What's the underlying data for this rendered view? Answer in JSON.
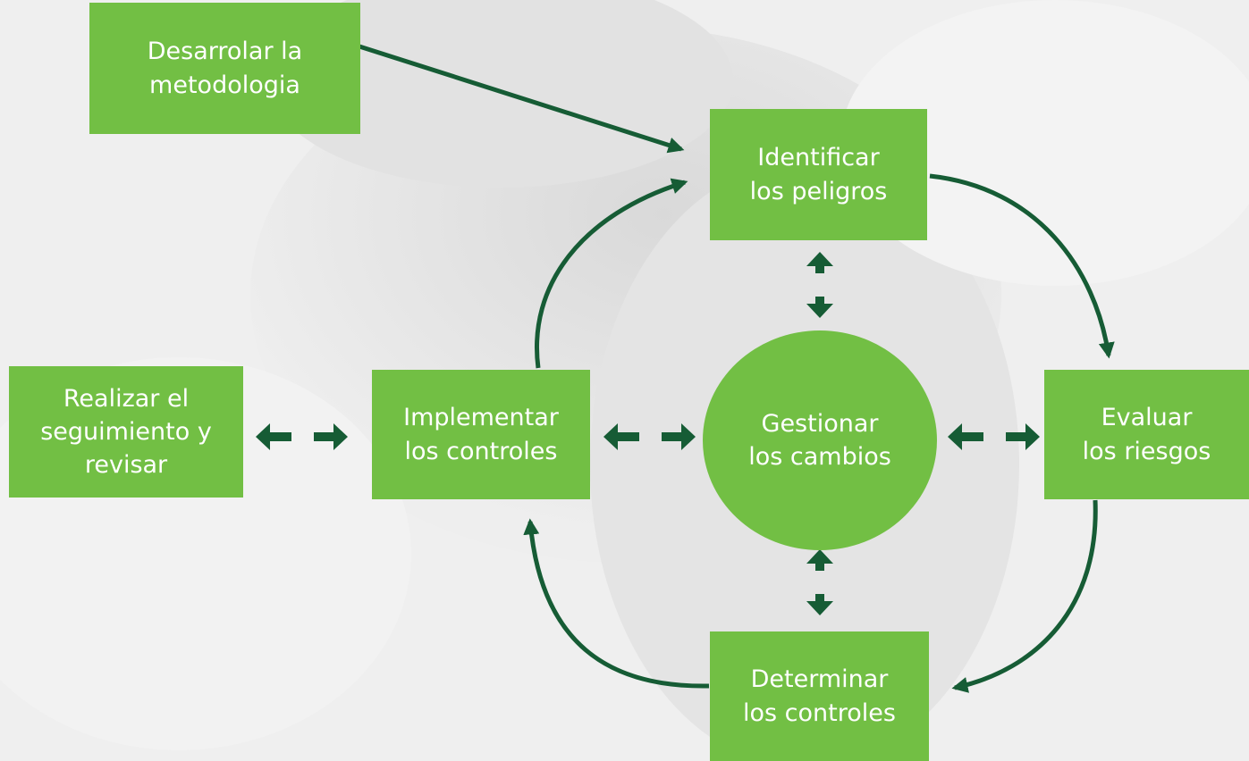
{
  "colors": {
    "box_fill": "#72bf44",
    "arrow": "#165c35",
    "text": "#ffffff"
  },
  "boxes": {
    "develop": "Desarrolar la\nmetodologia",
    "identify": "Identificar\nlos peligros",
    "evaluate": "Evaluar\nlos riesgos",
    "determine": "Determinar\nlos controles",
    "implement": "Implementar\nlos controles",
    "follow_up": "Realizar el\nseguimiento y\nrevisar",
    "manage_changes": "Gestionar\nlos cambios"
  }
}
